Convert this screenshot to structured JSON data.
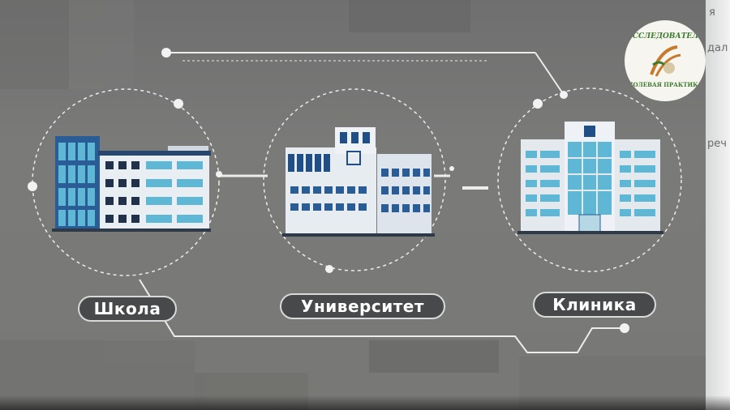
{
  "slide": {
    "labels": {
      "school": "Школа",
      "university": "Университет",
      "clinic": "Клиника"
    },
    "logo": {
      "top_text": "ИССЛЕДОВАТЕЛЬ",
      "bottom_text": "ПОЛЕВАЯ ПРАКТИКА"
    }
  },
  "edge_fragments": [
    "я",
    "дал",
    "реч"
  ],
  "colors": {
    "background": "#787876",
    "line": "#e8e8e8",
    "pill_bg": "#48494b",
    "building_blue": "#1f4f86",
    "building_light": "#5fb7d6",
    "logo_green": "#3c7a2e",
    "logo_orange": "#c87a2a"
  }
}
